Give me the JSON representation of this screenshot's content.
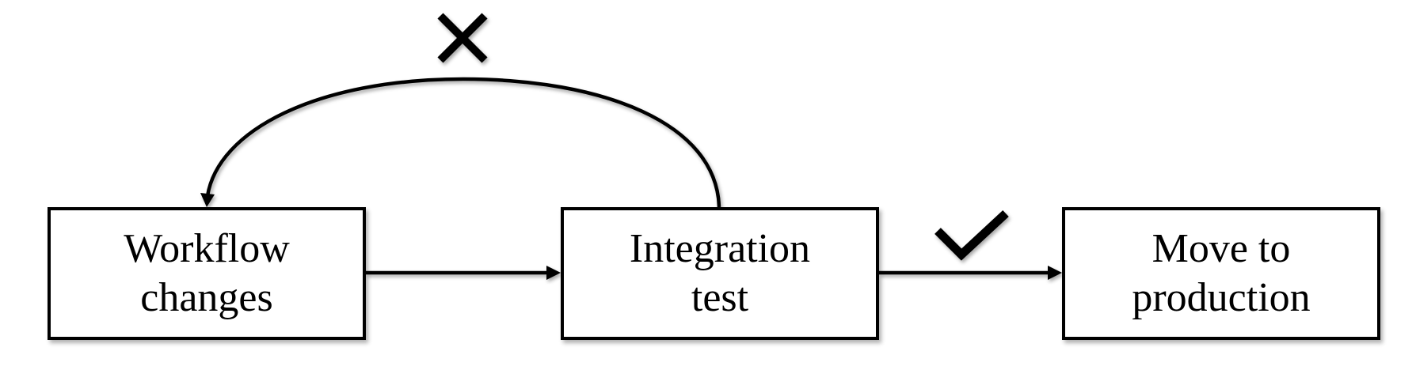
{
  "diagram": {
    "nodes": [
      {
        "id": "workflow",
        "label": "Workflow\nchanges"
      },
      {
        "id": "integration",
        "label": "Integration\ntest"
      },
      {
        "id": "production",
        "label": "Move to\nproduction"
      }
    ],
    "edges": [
      {
        "from": "workflow",
        "to": "integration",
        "marker": ""
      },
      {
        "from": "integration",
        "to": "production",
        "marker": "check-mark-icon"
      },
      {
        "from": "integration",
        "to": "workflow",
        "marker": "cross-mark-icon"
      }
    ],
    "colors": {
      "stroke": "#000000",
      "background": "#ffffff"
    }
  }
}
